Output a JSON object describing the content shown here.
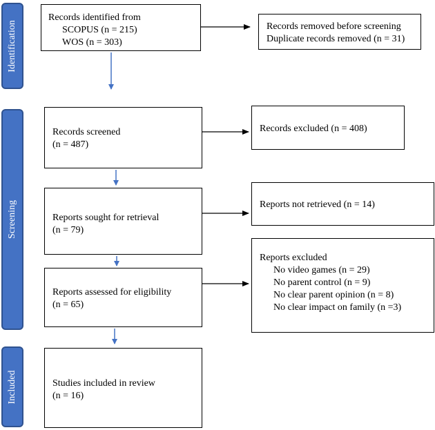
{
  "phases": {
    "identification": "Identification",
    "screening": "Screening",
    "included": "Included"
  },
  "boxes": {
    "identified": {
      "title": "Records identified from",
      "lines": [
        "SCOPUS (n = 215)",
        "WOS (n = 303)"
      ]
    },
    "removed": {
      "lines": [
        "Records removed before screening",
        "Duplicate records removed (n = 31)"
      ]
    },
    "screened": {
      "lines": [
        "Records screened",
        "(n = 487)"
      ]
    },
    "excluded": {
      "lines": [
        "Records excluded (n = 408)"
      ]
    },
    "sought": {
      "lines": [
        "Reports sought for retrieval",
        "(n = 79)"
      ]
    },
    "not_retrieved": {
      "lines": [
        "Reports not retrieved (n = 14)"
      ]
    },
    "assessed": {
      "lines": [
        "Reports assessed for eligibility",
        "(n = 65)"
      ]
    },
    "reports_excluded": {
      "title": "Reports excluded",
      "lines": [
        "No video games (n = 29)",
        "No parent control (n = 9)",
        "No clear parent opinion (n = 8)",
        "No clear impact on family (n =3)"
      ]
    },
    "included": {
      "lines": [
        "Studies included in review",
        "(n = 16)"
      ]
    }
  },
  "colors": {
    "phase_fill": "#4472c4",
    "phase_border": "#2f528f",
    "down_arrow": "#4472c4",
    "side_arrow": "#000000"
  }
}
